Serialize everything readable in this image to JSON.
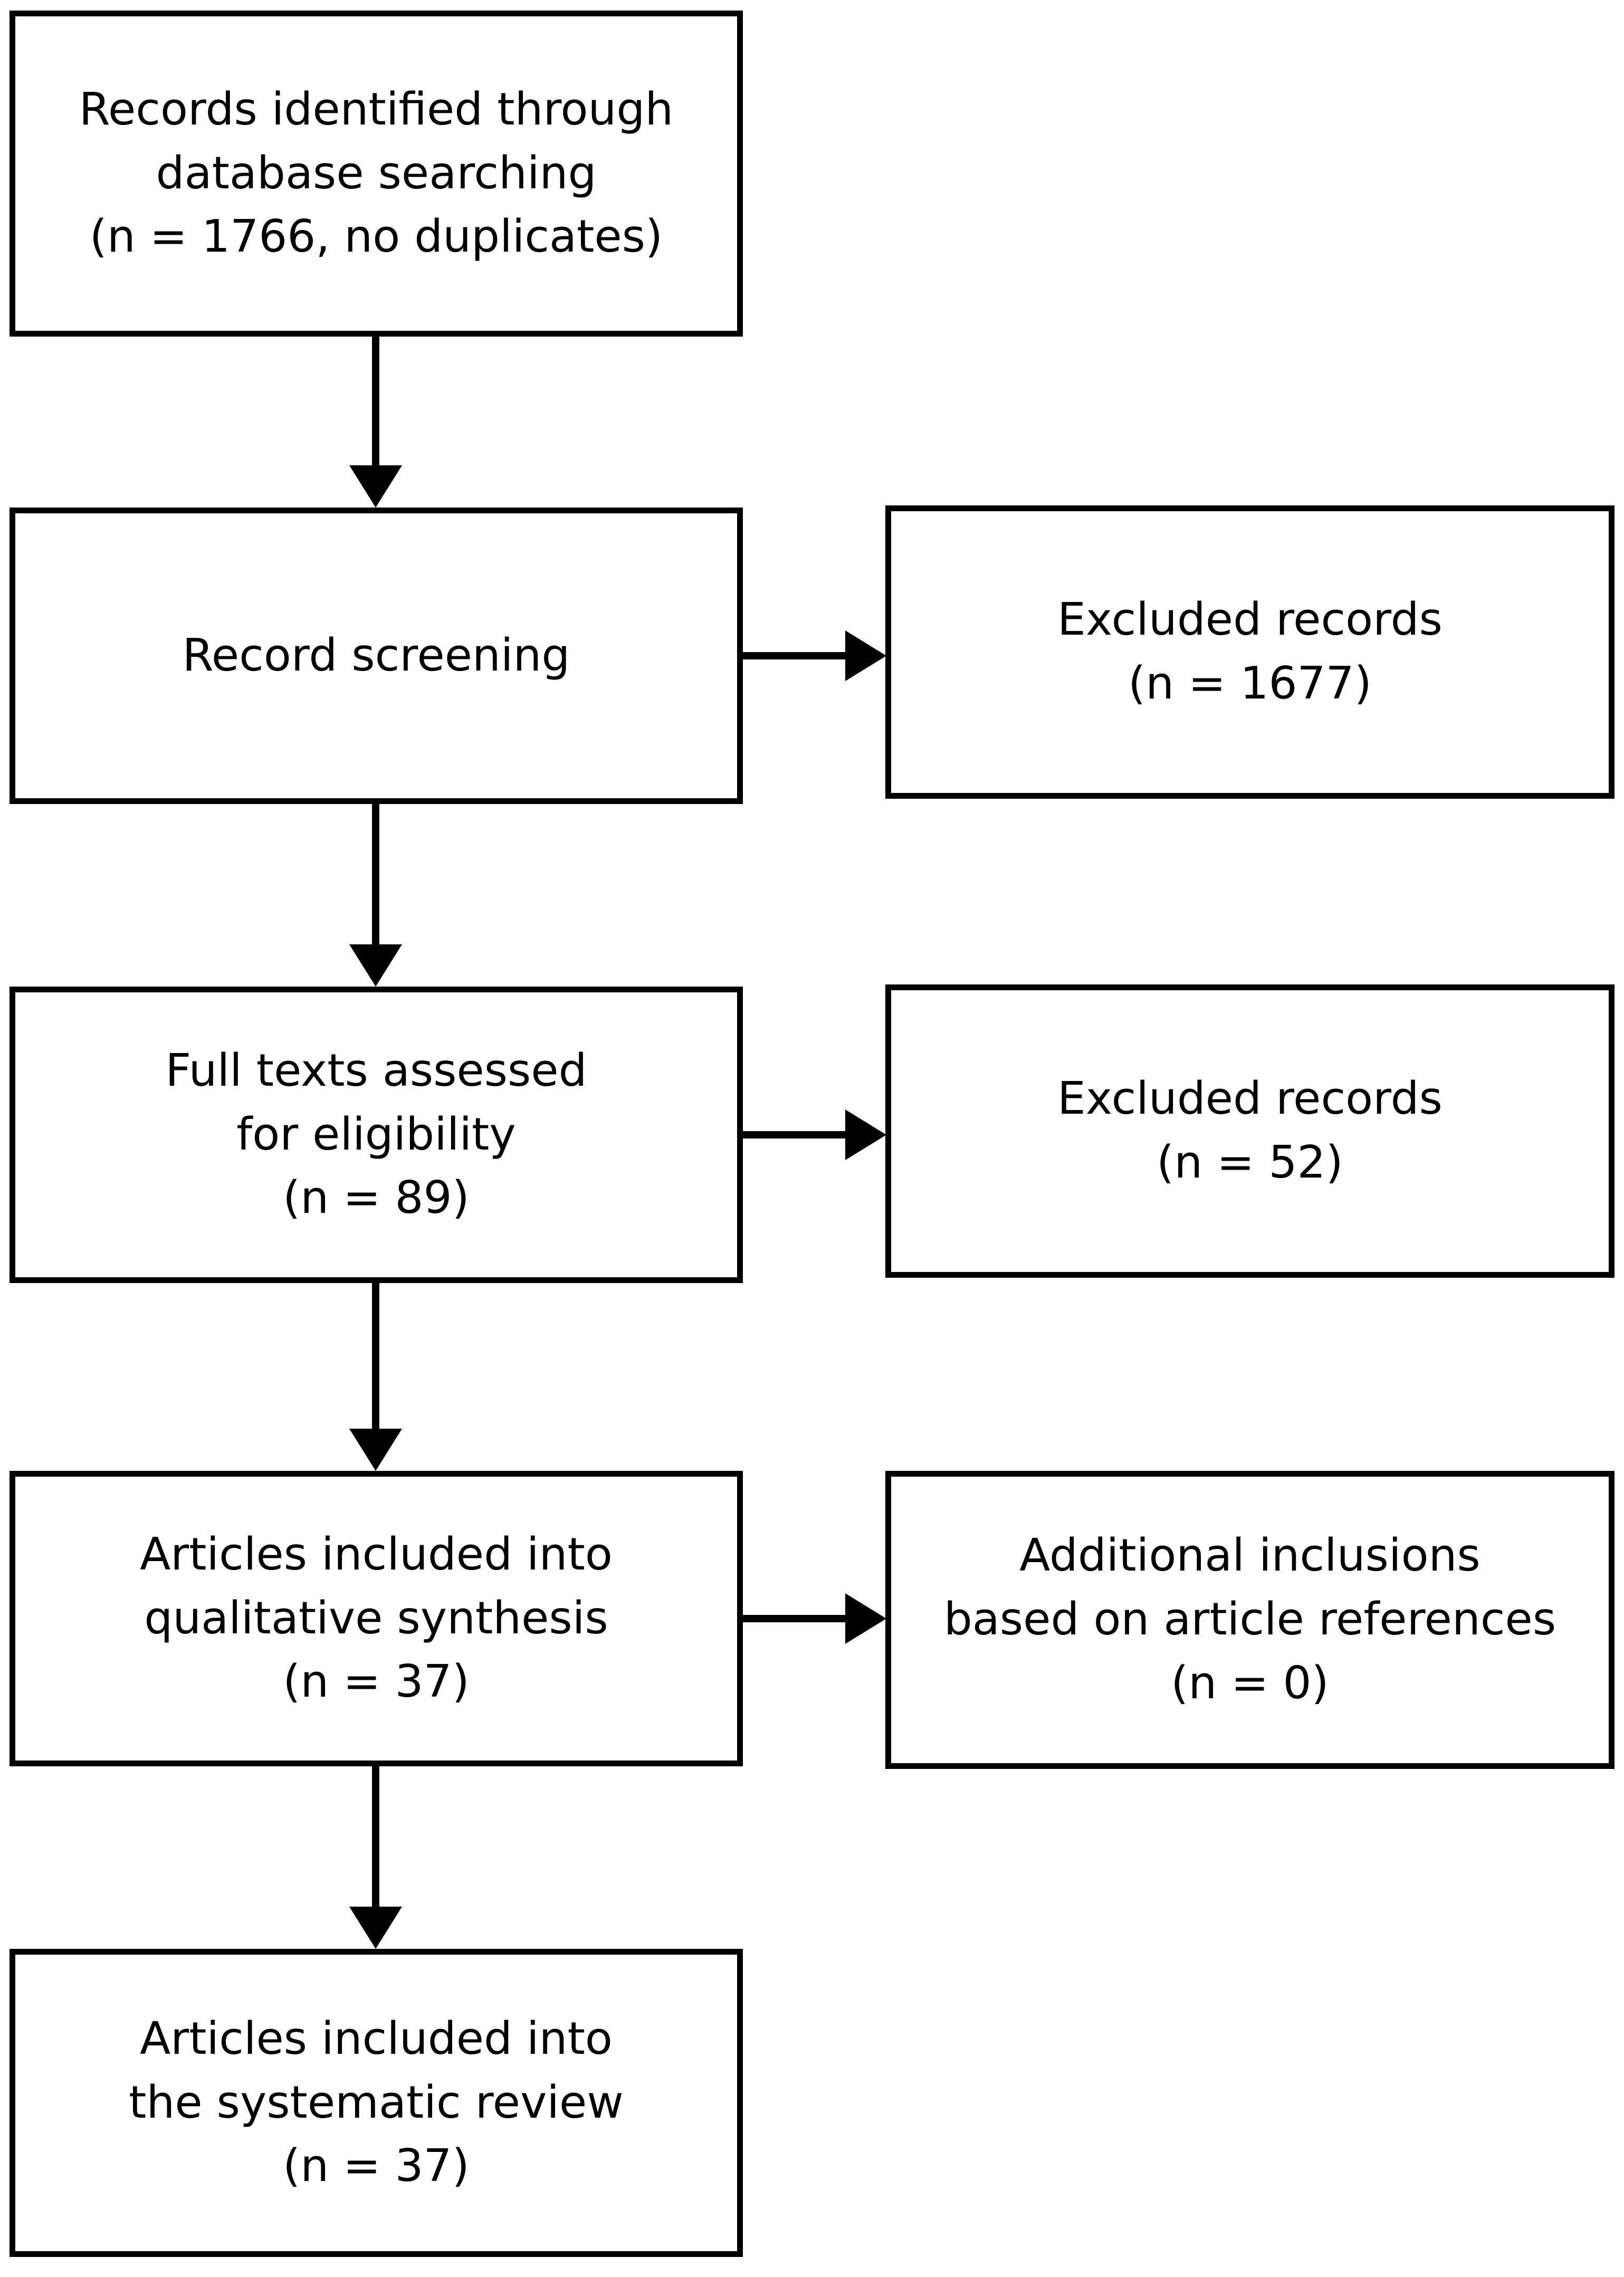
{
  "flowchart": {
    "colors": {
      "background": "#ffffff",
      "box_fill": "#ffffff",
      "box_border": "#000000",
      "arrow": "#000000",
      "text": "#000000"
    },
    "boxes": [
      {
        "id": "records-identified",
        "lines": [
          "Records identified through",
          "database searching",
          "(n = 1766, no duplicates)"
        ]
      },
      {
        "id": "record-screening",
        "lines": [
          "Record screening"
        ]
      },
      {
        "id": "excluded-records-screening",
        "lines": [
          "Excluded records",
          "(n = 1677)"
        ]
      },
      {
        "id": "full-texts-assessed",
        "lines": [
          "Full texts assessed",
          "for eligibility",
          "(n = 89)"
        ]
      },
      {
        "id": "excluded-records-fulltext",
        "lines": [
          "Excluded records",
          "(n = 52)"
        ]
      },
      {
        "id": "qualitative-synthesis",
        "lines": [
          "Articles included into",
          "qualitative synthesis",
          "(n = 37)"
        ]
      },
      {
        "id": "additional-inclusions",
        "lines": [
          "Additional inclusions",
          "based on article references",
          "(n = 0)"
        ]
      },
      {
        "id": "systematic-review",
        "lines": [
          "Articles included into",
          "the systematic review",
          "(n = 37)"
        ]
      }
    ]
  }
}
